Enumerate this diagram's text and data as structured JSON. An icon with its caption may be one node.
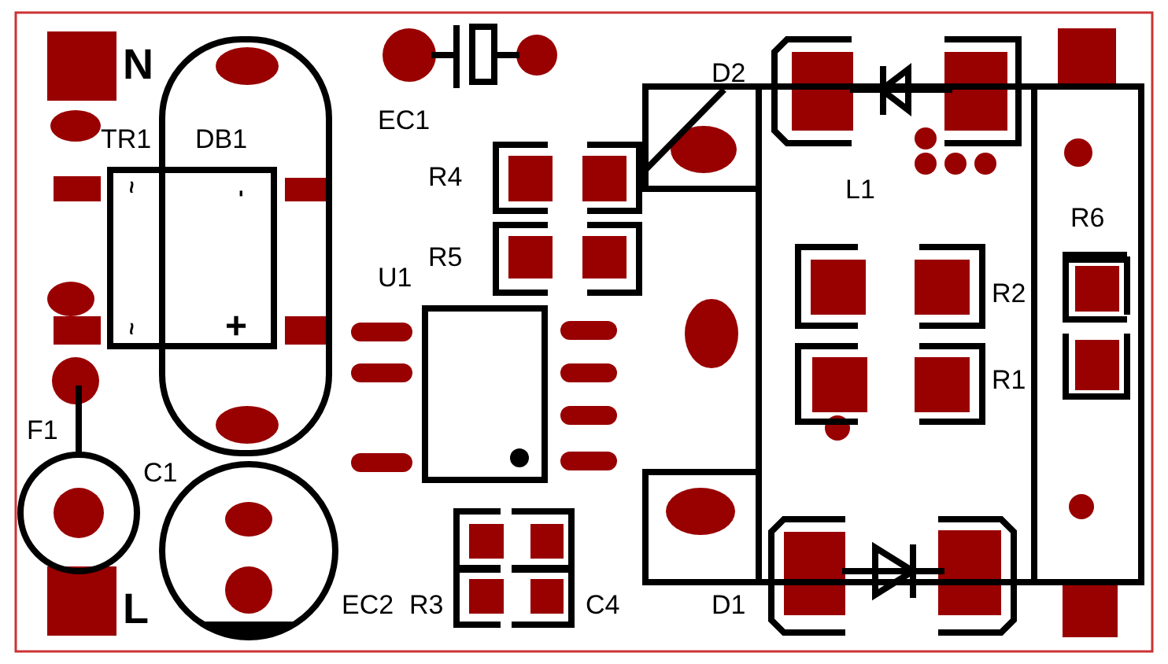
{
  "diagram": {
    "labels": [
      "N",
      "D2",
      "EC1",
      "TR1",
      "DB1",
      "R4",
      "L1",
      "~",
      "-",
      "R6",
      "R5",
      "U1",
      "R2",
      "~",
      "+",
      "R1",
      "F1",
      "C1",
      "EC2",
      "R3",
      "C4",
      "D1",
      "L"
    ]
  }
}
